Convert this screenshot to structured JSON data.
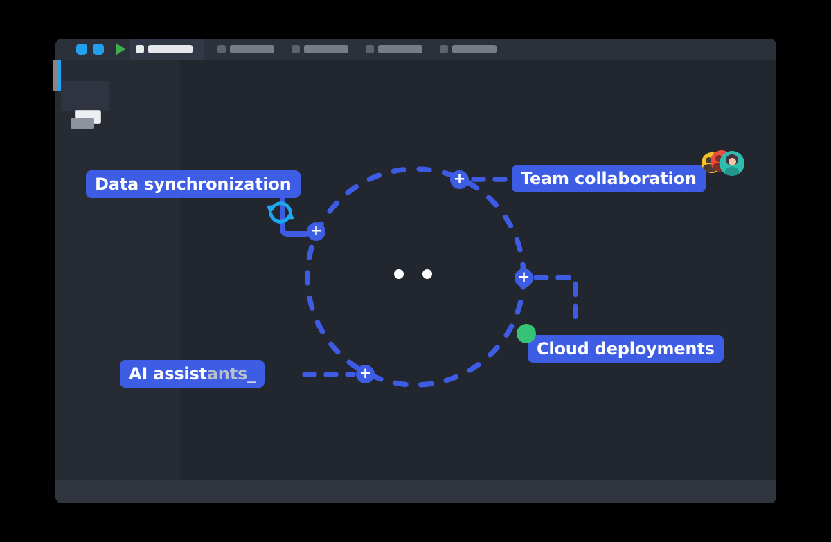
{
  "colors": {
    "stage_bg": "#000000",
    "window_bg": "#22262e",
    "titlebar_bg": "#2b303b",
    "sidebar_bg": "#272b34",
    "bottombar_bg": "#313540",
    "accent_blue": "#3d5ee4",
    "bright_blue": "#22a0f0",
    "sync_cyan": "#1ea7ef",
    "green_dot": "#36c377",
    "play_green": "#3fae4d"
  },
  "titlebar": {
    "window_controls": 2,
    "run_icon": "play",
    "tabs": [
      {
        "id": "tab-1",
        "active": true
      },
      {
        "id": "tab-2",
        "active": false
      },
      {
        "id": "tab-3",
        "active": false
      },
      {
        "id": "tab-4",
        "active": false
      },
      {
        "id": "tab-5",
        "active": false
      }
    ]
  },
  "sidebar": {
    "items": [
      {
        "id": "item-1",
        "active": true
      },
      {
        "id": "item-2",
        "active": false
      }
    ]
  },
  "diagram": {
    "plus_glyph": "+",
    "labels": {
      "data_sync": "Data synchronization",
      "team": "Team collaboration",
      "cloud": "Cloud deployments",
      "ai_typed": "AI assist",
      "ai_ghost": "ants",
      "ai_cursor": "_"
    },
    "icons": {
      "sync": "sync-arrows-icon",
      "avatars": "team-avatars",
      "eyes": 2
    }
  }
}
